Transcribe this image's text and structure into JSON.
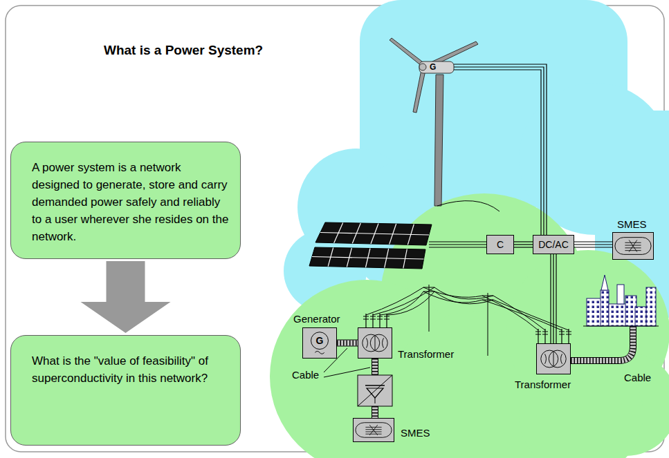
{
  "diagram": {
    "title": "What is a Power System?",
    "nodes": [
      {
        "text": [
          "A power system is a network designed to generate, store and carry demanded power safely and reliably to a user wherever she resides on the network."
        ]
      },
      {
        "text": [
          "What is the \"value of feasibility\" of superconductivity in this network?"
        ]
      },
      {
        "text": [
          "C"
        ]
      },
      {
        "text": [
          "DC/AC"
        ]
      },
      {
        "text": [
          "SMES"
        ]
      },
      {
        "text": [
          "Generator",
          "G"
        ]
      },
      {
        "text": [
          "Transformer"
        ]
      },
      {
        "text": [
          "Transformer"
        ]
      },
      {
        "text": [
          "SMES"
        ]
      }
    ],
    "edges": [
      {
        "from": 0,
        "to": 1,
        "arrow": "to"
      },
      {
        "from": 2,
        "to": 3,
        "arrow": "none"
      },
      {
        "from": 3,
        "to": 4,
        "arrow": "none"
      },
      {
        "from": 3,
        "to": 7,
        "arrow": "none"
      },
      {
        "from": 5,
        "to": 6,
        "arrow": "none"
      }
    ],
    "labels": [
      "G",
      "Cable",
      "Cable"
    ]
  }
}
